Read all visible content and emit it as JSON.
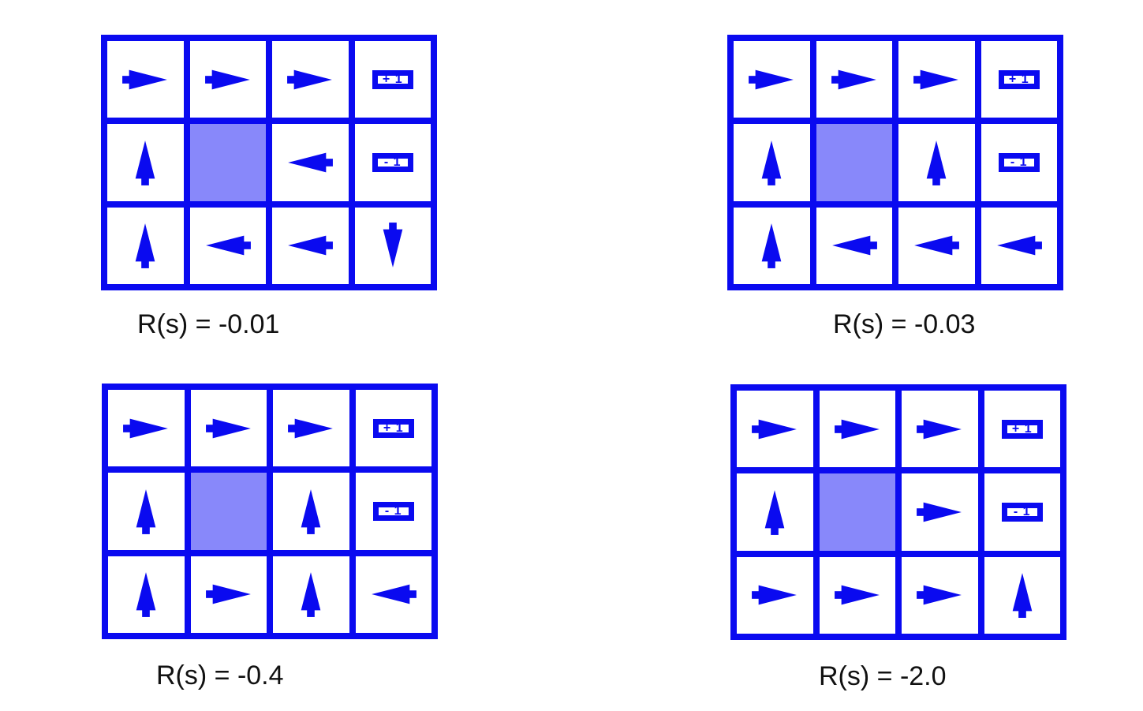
{
  "colors": {
    "blue": "#0a0af0",
    "wall_fill": "#8888fa",
    "text": "#111111"
  },
  "terminals": {
    "positive": "+ 1",
    "negative": "- 1"
  },
  "grids": [
    {
      "label": "R(s) = -0.01",
      "rows": [
        [
          "right",
          "right",
          "right",
          "plus"
        ],
        [
          "up",
          "wall",
          "left",
          "minus"
        ],
        [
          "up",
          "left",
          "left",
          "down"
        ]
      ]
    },
    {
      "label": "R(s) = -0.03",
      "rows": [
        [
          "right",
          "right",
          "right",
          "plus"
        ],
        [
          "up",
          "wall",
          "up",
          "minus"
        ],
        [
          "up",
          "left",
          "left",
          "left"
        ]
      ]
    },
    {
      "label": "R(s) = -0.4",
      "rows": [
        [
          "right",
          "right",
          "right",
          "plus"
        ],
        [
          "up",
          "wall",
          "up",
          "minus"
        ],
        [
          "up",
          "right",
          "up",
          "left"
        ]
      ]
    },
    {
      "label": "R(s) = -2.0",
      "rows": [
        [
          "right",
          "right",
          "right",
          "plus"
        ],
        [
          "up",
          "wall",
          "right",
          "minus"
        ],
        [
          "right",
          "right",
          "right",
          "up"
        ]
      ]
    }
  ]
}
